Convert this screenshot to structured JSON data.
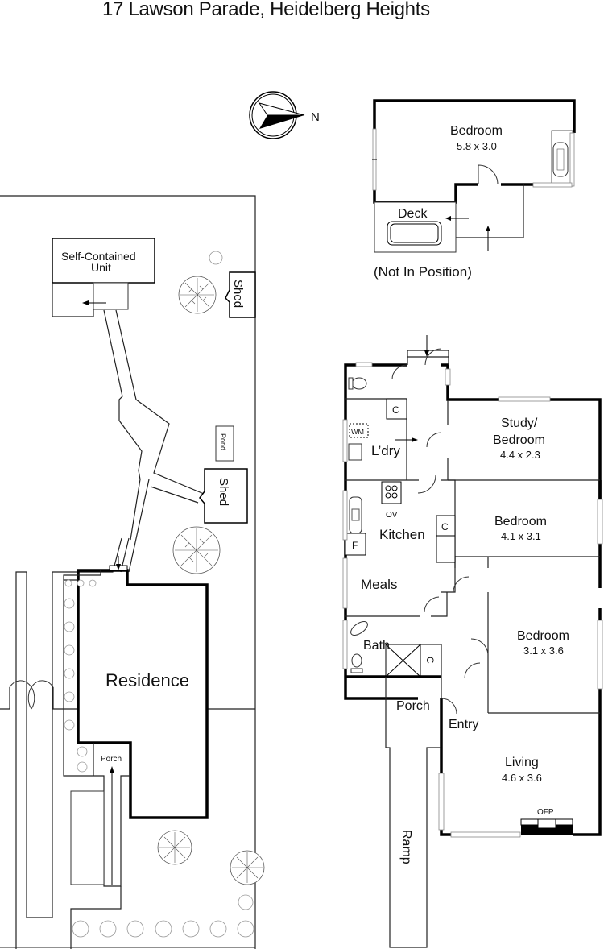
{
  "title": "17 Lawson Parade, Heidelberg Heights",
  "compass": {
    "label": "N"
  },
  "unit_plan": {
    "bedroom": {
      "name": "Bedroom",
      "size": "5.8 x 3.0"
    },
    "deck": {
      "name": "Deck"
    },
    "note": "(Not In Position)"
  },
  "site_plan": {
    "self_contained_unit": [
      "Self-Contained",
      "Unit"
    ],
    "shed_top": "Shed",
    "shed_mid": "Shed",
    "pond": "Pond",
    "residence": "Residence",
    "porch": "Porch"
  },
  "house_plan": {
    "rooms": {
      "study": {
        "name_line1": "Study/",
        "name_line2": "Bedroom",
        "size": "4.4 x 2.3"
      },
      "bedroom1": {
        "name": "Bedroom",
        "size": "4.1 x 3.1"
      },
      "bedroom2": {
        "name": "Bedroom",
        "size": "3.1 x 3.6"
      },
      "living": {
        "name": "Living",
        "size": "4.6 x 3.6"
      },
      "kitchen": {
        "name": "Kitchen"
      },
      "meals": {
        "name": "Meals"
      },
      "laundry": {
        "name": "L’dry"
      },
      "bath": {
        "name": "Bath"
      },
      "porch": {
        "name": "Porch"
      },
      "entry": {
        "name": "Entry"
      },
      "ramp": {
        "name": "Ramp"
      }
    },
    "fixtures": {
      "wm": "WM",
      "ov": "OV",
      "fridge": "F",
      "cupboard": "C",
      "ofp": "OFP"
    }
  }
}
